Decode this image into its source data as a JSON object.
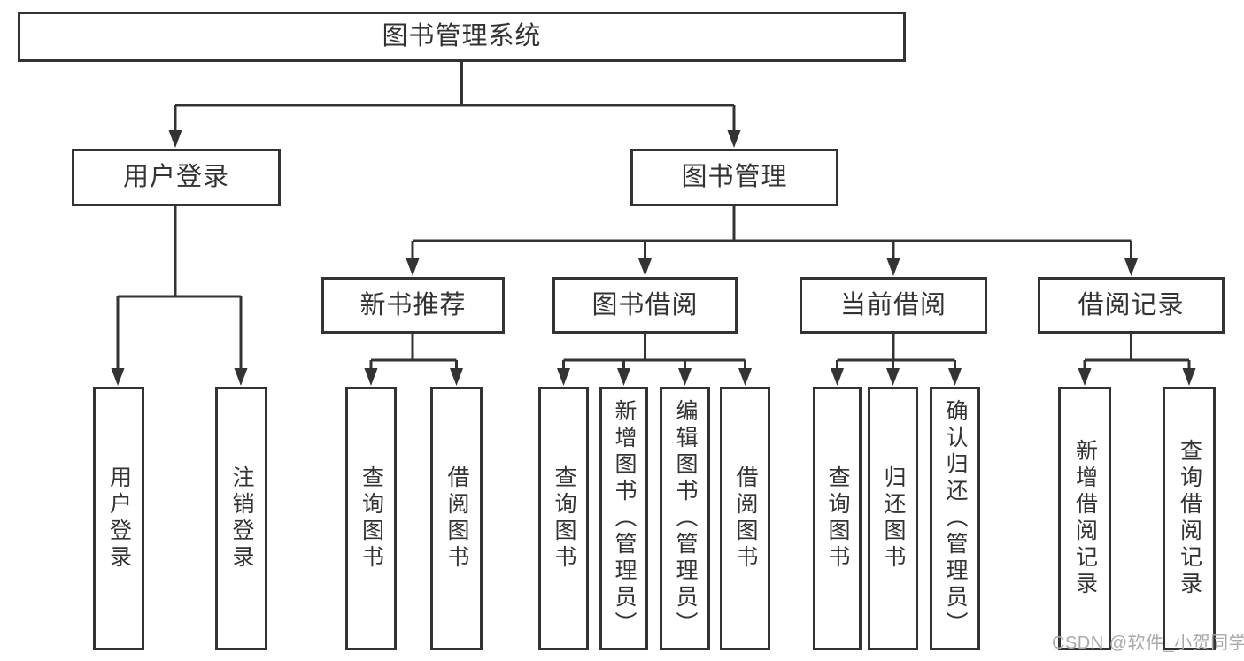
{
  "tree": {
    "root": "图书管理系统",
    "children": [
      {
        "label": "用户登录",
        "children": [
          {
            "label": "用户登录"
          },
          {
            "label": "注销登录"
          }
        ]
      },
      {
        "label": "图书管理",
        "children": [
          {
            "label": "新书推荐",
            "children": [
              {
                "label": "查询图书"
              },
              {
                "label": "借阅图书"
              }
            ]
          },
          {
            "label": "图书借阅",
            "children": [
              {
                "label": "查询图书"
              },
              {
                "label": "新增图书（管理员）"
              },
              {
                "label": "编辑图书（管理员）"
              },
              {
                "label": "借阅图书"
              }
            ]
          },
          {
            "label": "当前借阅",
            "children": [
              {
                "label": "查询图书"
              },
              {
                "label": "归还图书"
              },
              {
                "label": "确认归还（管理员）"
              }
            ]
          },
          {
            "label": "借阅记录",
            "children": [
              {
                "label": "新增借阅记录"
              },
              {
                "label": "查询借阅记录"
              }
            ]
          }
        ]
      }
    ]
  },
  "watermark": {
    "text": "CSDN @软件_小贺同学"
  },
  "colors": {
    "line": "#333333",
    "box_border": "#333333",
    "text": "#333333",
    "watermark": "#a9a9a9",
    "background": "#ffffff"
  }
}
